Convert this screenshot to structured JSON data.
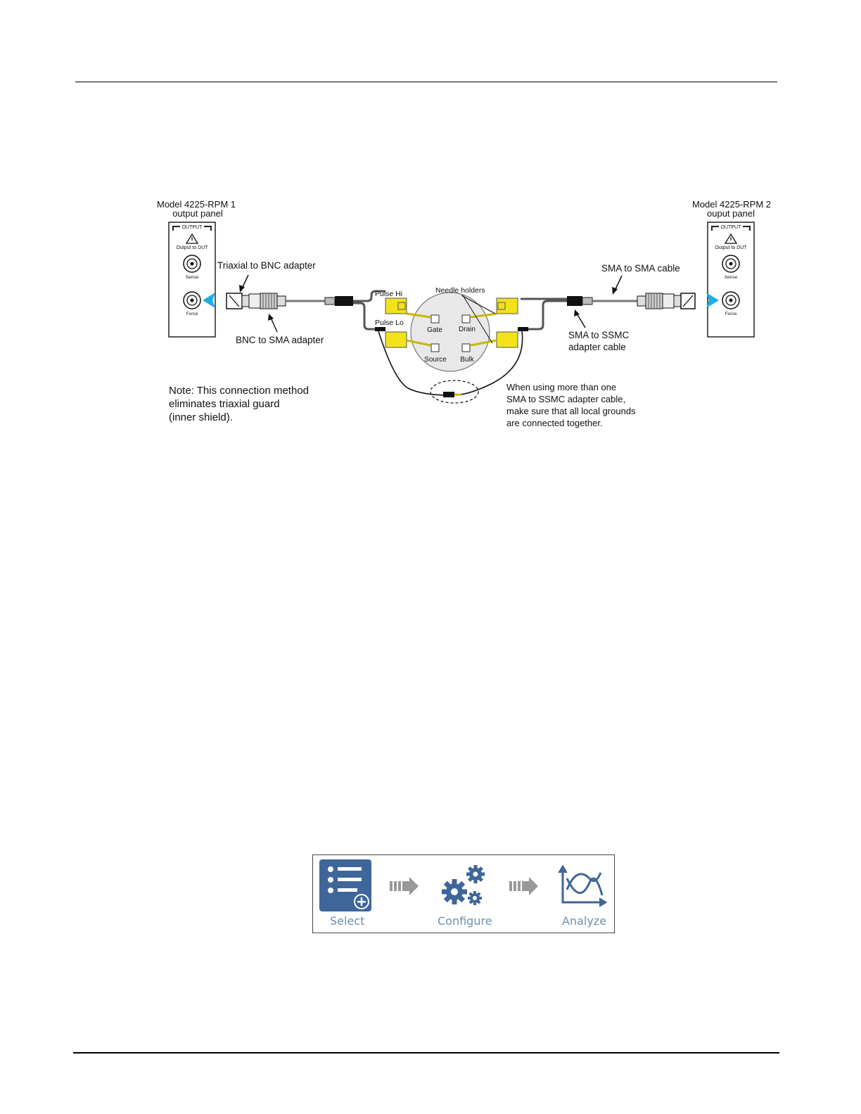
{
  "diagram": {
    "rpm1_title_line1": "Model 4225-RPM 1",
    "rpm1_title_line2": "output panel",
    "rpm2_title_line1": "Model 4225-RPM 2",
    "rpm2_title_line2": "ouput panel",
    "panel": {
      "output": "OUTPUT",
      "output_to_dut": "Output to DUT",
      "sense": "Sense",
      "force": "Force"
    },
    "triaxial_to_bnc": "Triaxial to BNC adapter",
    "bnc_to_sma": "BNC to SMA adapter",
    "sma_to_sma": "SMA to SMA cable",
    "sma_to_ssmc_line1": "SMA to SSMC",
    "sma_to_ssmc_line2": "adapter cable",
    "pulse_hi": "Pulse Hi",
    "pulse_lo": "Pulse Lo",
    "needle_holders": "Needle holders",
    "gate": "Gate",
    "drain": "Drain",
    "source": "Source",
    "bulk": "Bulk",
    "note_line1": "Note: This connection method",
    "note_line2": "eliminates triaxial guard",
    "note_line3": "(inner shield).",
    "ground_note_line1": "When using more than one",
    "ground_note_line2": "SMA to SSMC adapter cable,",
    "ground_note_line3": "make sure that all local grounds",
    "ground_note_line4": "are connected together."
  },
  "workflow": {
    "select": "Select",
    "configure": "Configure",
    "analyze": "Analyze"
  },
  "colors": {
    "arrow_blue": "#1aaee6",
    "needle_yellow": "#f2e21a",
    "workflow_blue": "#3f6699",
    "workflow_label": "#6f8fb0"
  }
}
